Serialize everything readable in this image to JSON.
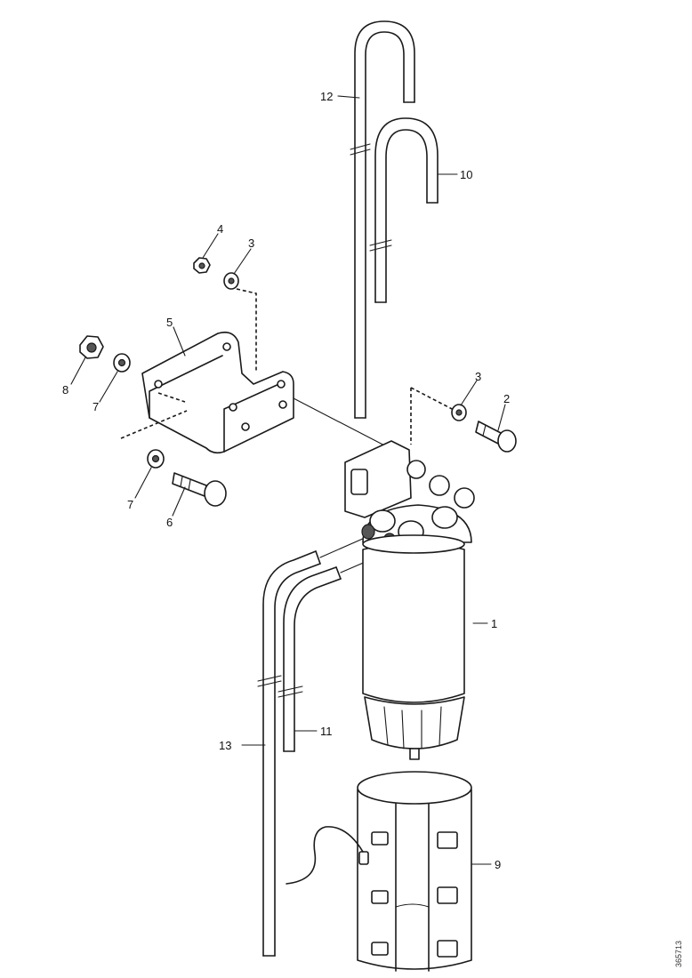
{
  "callouts": {
    "c1": "1",
    "c2": "2",
    "c3a": "3",
    "c3b": "3",
    "c4": "4",
    "c5": "5",
    "c6": "6",
    "c7a": "7",
    "c7b": "7",
    "c8": "8",
    "c9": "9",
    "c10": "10",
    "c11": "11",
    "c12": "12",
    "c13": "13"
  },
  "drawing_number": "365713"
}
